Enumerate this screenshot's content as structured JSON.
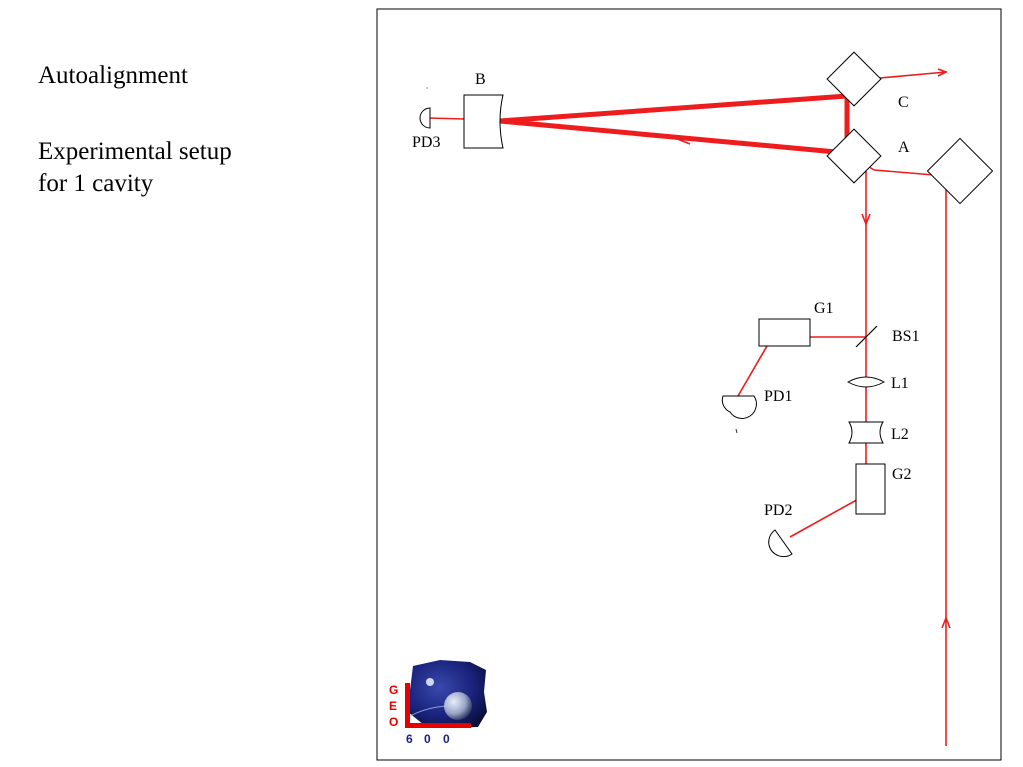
{
  "caption": {
    "title": "Autoalignment",
    "line1": "Experimental setup",
    "line2": "for 1 cavity"
  },
  "labels": {
    "B": "B",
    "C": "C",
    "A": "A",
    "PD3": "PD3",
    "G1": "G1",
    "BS1": "BS1",
    "L1": "L1",
    "PD1": "PD1",
    "L2": "L2",
    "G2": "G2",
    "PD2": "PD2"
  },
  "logo": {
    "letters": [
      "G",
      "E",
      "O"
    ],
    "digits": [
      "6",
      "0",
      "0"
    ]
  },
  "colors": {
    "beam": "#ee1c1c",
    "logo_red": "#e60000",
    "logo_blue": "#1a237e"
  }
}
